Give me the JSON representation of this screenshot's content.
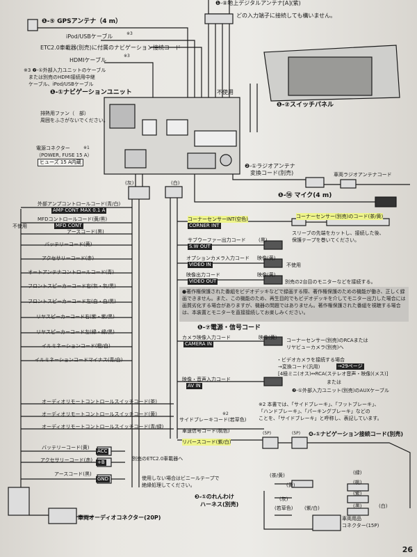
{
  "top": {
    "antenna_label": "❶-⑧地上デジタルアンテナ[A](紫)",
    "terminal_note": "どの入力端子に接続しても構いません。"
  },
  "left_labels": {
    "gps": "❶-⑤ GPSアンテナ（4 m）",
    "ipod": "iPod/USBケーブル",
    "ipod_mark": "※3",
    "etc": "ETC2.0車載器(別売)に付属のナビゲーション接続コード",
    "hdmi": "HDMIケーブル",
    "hdmi_mark": "※3",
    "note3": "※3 ❼-①外部入力ユニットのケーブル\n　または別売のHDMI接続用中継\n　ケーブル、iPod/USBケーブル",
    "nav_unit": "❶-①ナビゲーションユニット",
    "fan": "排熱用ファン（　部）\n周囲をふさがないでください。",
    "power": "電源コネクター\n（POWER, FUSE 15 A）",
    "power_mark": "※1",
    "fuse": "ヒューズ 15 A内蔵",
    "not_used": "不使用",
    "switch_panel": "❶-②スイッチパネル",
    "radio_adapter": "❷-①ラジオアンテナ\n　変換コード(別売)",
    "radio_car": "車両ラジオアンテナコード",
    "mic": "❶-⑭ マイク(4 m)",
    "gray": "(灰)",
    "white": "(白)"
  },
  "wire_labels": [
    "外部アンプコントロールコード(青/白)",
    "MFDコントロールコード(黄/黒)",
    "アースコード(黒)",
    "バッテリーコード(黄)",
    "アクセサリーコード(赤)",
    "オートアンテナコントロールコード(青)",
    "フロントスピーカーコード右(灰・灰/黒)",
    "フロントスピーカーコード左(白・白/黒)",
    "リヤスピーカーコード右(紫・紫/黒)",
    "リヤスピーカーコード左(緑・緑/黒)",
    "イルミネーションコード(橙/白)",
    "イルミネーションコードマイナス(青/白)"
  ],
  "tags": {
    "amp": "AMP CONT MAX 0.1 A",
    "mfd": "MFD CONT",
    "corner": "CORNER INT",
    "sw": "S.W OUT",
    "video_in": "VIDEO IN",
    "video_out": "VIDEO OUT",
    "camera": "CAMERA IN",
    "avin": "AV IN",
    "acc": "ACC",
    "b": "+B",
    "gnd": "GND",
    "p5a": "(5P)",
    "p5b": "(5P)"
  },
  "right_labels": {
    "corner_int": "コーナーセンサーINT(空色)",
    "corner_code": "コーナーセンサー(別売)のコード(茶/黄)",
    "sleeve": "スリーブの先端をカットし、接続した後、\n保護テープを巻いてください。",
    "sub": "サブウーファー出力コード",
    "black": "(黒)",
    "opt_cam": "オプションカメラ入力コード",
    "video_y": "映像(黄)",
    "not_used2": "不使用",
    "video_out_code": "映像出力コード",
    "video_y2": "映像(黄)",
    "second_monitor": "別売の2台目のモニターなどを接続する。",
    "power_signal": "❶-⑦電源・信号コード",
    "camera_code": "カメラ映像入力コード",
    "video_y3": "映像(黄)",
    "rear_cam": "コーナーセンサー(別売)のRCAまたは\nリヤビューカメラ(別売)へ",
    "video_camera": "・ビデオカメラを接続する場合",
    "conv_cord": "→変換コード(汎用)",
    "page29": "→29ページ",
    "mini": "[4極ミニ(オス)↔RCA(ステレオ音声・映像)(メス)]",
    "or": "または",
    "aux": "❼-①外部入力ユニット(別売)のAUXケーブル",
    "avin_code": "映像・音声入力コード",
    "steer1": "オーディオリモートコントロールスイッチコード(茶)",
    "steer2": "オーディオリモートコントロールスイッチコード(黄)",
    "steer3": "オーディオリモートコントロールスイッチコード(青/緑)",
    "side_brake": "サイドブレーキコード(若草色)",
    "side_mark": "※2",
    "speed": "車速信号コード(桃色)",
    "reverse": "リバースコード(紫/白)",
    "nav_cord": "❹-①ナビゲーション接続コード(別売)",
    "note2": "※2 本書では、「サイドブレーキ」、「フットブレーキ」、\n「ハンドブレーキ」、「パーキングブレーキ」などの\nことを、「サイドブレーキ」と呼称し、表記しています。",
    "battery2": "バッテリーコード(黄)",
    "acc2": "アクセサリーコード(赤)",
    "etc_to": "別売のETC2.0車載器へ",
    "earth2": "アースコード(黒)",
    "unused_note": "使用しない場合はビニールテープで\n絶縁処理してください。",
    "harness": "❸-①のれんわけ\n　ハーネス(別売)",
    "car_conn20": "車両オーディオコネクター(20P)",
    "car_conn15": "車両用品\nコネクター(15P)",
    "brown_yellow": "(茶/黄)",
    "yellow": "(黄)",
    "green": "(緑)",
    "peach": "(桃)",
    "purple": "(紫)",
    "gray2": "(灰)",
    "black2": "(黒)",
    "light_green": "(若草色)",
    "purple_white": "(紫/白)",
    "white2": "(白)"
  },
  "warning": "●著作権保護された番組をビデオデッキなどで録画する際、著作権保護のための機能が働き、正しく録画できません。また、この機能のため、再生目的でもビデオデッキを介してモニター出力した場合には画質劣化する場合がありますが、機器の問題ではありません。著作権保護された番組を視聴する場合は、本装置とモニターを直接接続してお楽しみください。",
  "page_number": "26"
}
